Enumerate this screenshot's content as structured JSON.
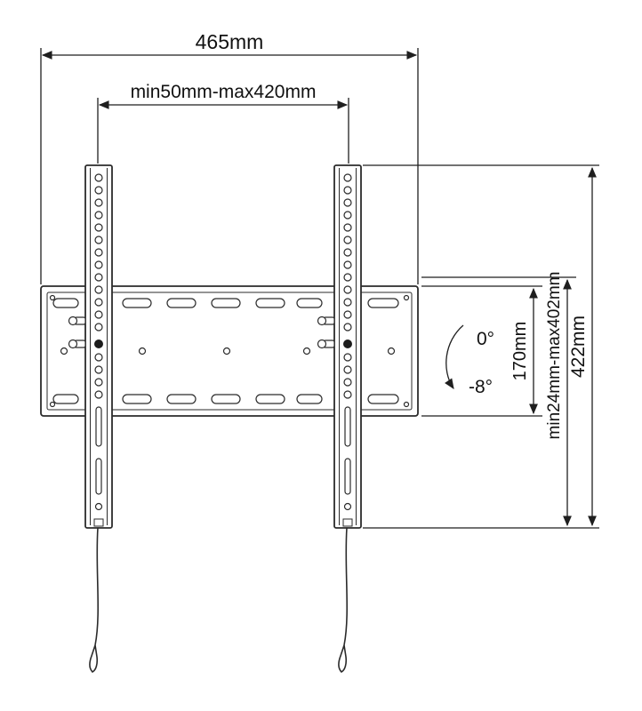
{
  "dimensions": {
    "total_width": "465mm",
    "rail_spacing_range": "min50mm-max420mm",
    "total_height": "422mm",
    "height_range": "min24mm-max402mm",
    "plate_height": "170mm"
  },
  "tilt": {
    "max_angle": "0°",
    "min_angle": "-8°"
  }
}
